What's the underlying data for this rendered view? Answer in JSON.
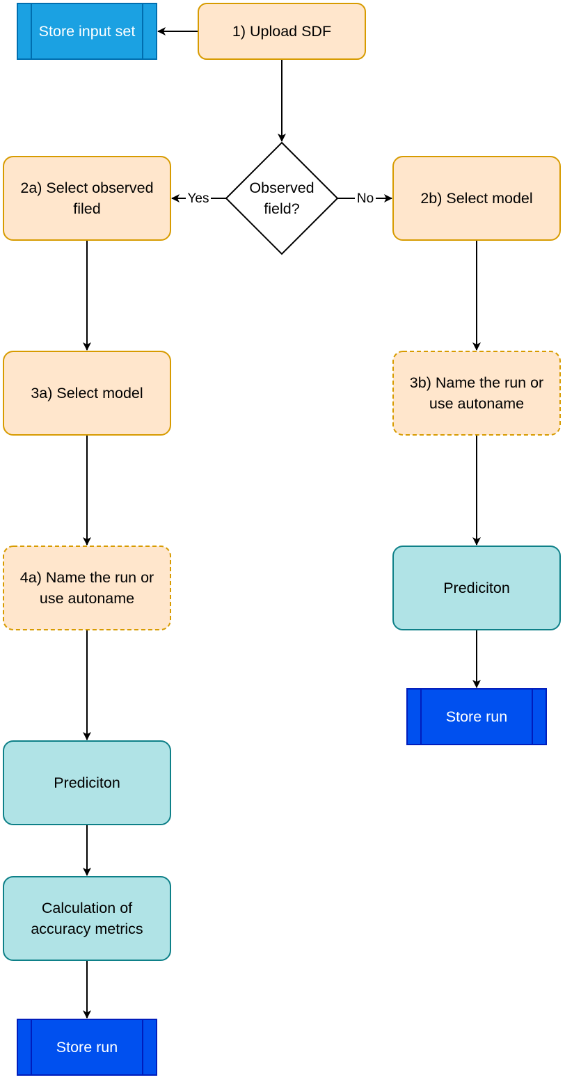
{
  "nodes": {
    "store_input": {
      "lines": [
        "Store input set"
      ]
    },
    "upload": {
      "lines": [
        "1) Upload SDF"
      ]
    },
    "decision": {
      "lines": [
        "Observed",
        "field?"
      ]
    },
    "select_observed": {
      "lines": [
        "2a) Select observed",
        "filed"
      ]
    },
    "select_model_b": {
      "lines": [
        "2b) Select model"
      ]
    },
    "select_model_a": {
      "lines": [
        "3a) Select model"
      ]
    },
    "name_run_b": {
      "lines": [
        "3b) Name the run or",
        "use autoname"
      ]
    },
    "name_run_a": {
      "lines": [
        "4a) Name the run or",
        "use autoname"
      ]
    },
    "prediction_b": {
      "lines": [
        "Prediciton"
      ]
    },
    "prediction_a": {
      "lines": [
        "Prediciton"
      ]
    },
    "store_run_b": {
      "lines": [
        "Store run"
      ]
    },
    "accuracy": {
      "lines": [
        "Calculation of",
        "accuracy metrics"
      ]
    },
    "store_run_a": {
      "lines": [
        "Store run"
      ]
    }
  },
  "edges": {
    "yes_label": "Yes",
    "no_label": "No"
  },
  "colors": {
    "step_fill": "#ffe6cc",
    "step_stroke": "#d79b00",
    "process_fill": "#b0e3e6",
    "process_stroke": "#0e8088",
    "store_input_fill": "#1ba1e2",
    "store_input_stroke": "#006eaf",
    "store_run_fill": "#0050ef",
    "store_run_stroke": "#001dbc",
    "line": "#000000"
  }
}
